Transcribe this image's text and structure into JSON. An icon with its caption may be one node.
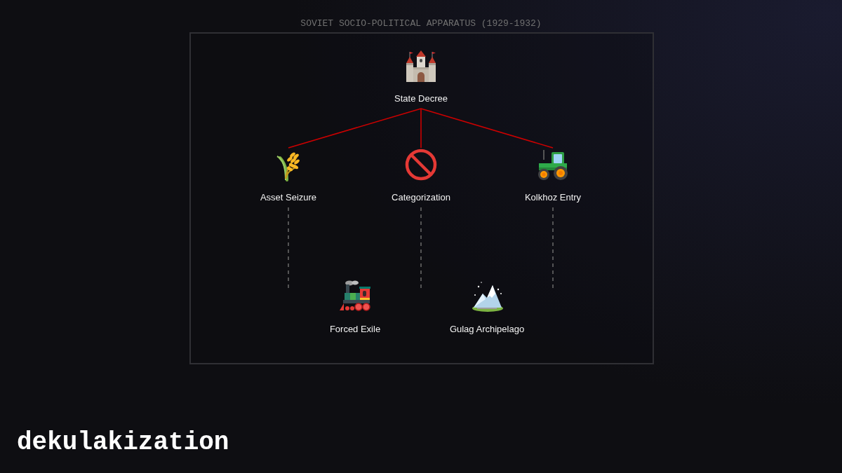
{
  "diagram": {
    "title": "SOVIET SOCIO-POLITICAL APPARATUS (1929-1932)",
    "caption": "dekulakization",
    "nodes": [
      {
        "text": [
          "State Decree"
        ]
      },
      {
        "text": [
          "Asset Seizure"
        ]
      },
      {
        "text": [
          "Categorization"
        ]
      },
      {
        "text": [
          "Kolkhoz Entry"
        ]
      },
      {
        "text": [
          "Forced Exile"
        ]
      },
      {
        "text": [
          "Gulag Archipelago"
        ]
      }
    ],
    "edges": [
      {
        "from": 0,
        "to": 1,
        "arrow": "none",
        "color": "#cc0000"
      },
      {
        "from": 0,
        "to": 2,
        "arrow": "none",
        "color": "#cc0000"
      },
      {
        "from": 0,
        "to": 3,
        "arrow": "none",
        "color": "#cc0000"
      },
      {
        "from": 1,
        "to": null,
        "arrow": "none",
        "style": "dashed",
        "color": "#666666"
      },
      {
        "from": 2,
        "to": null,
        "arrow": "none",
        "style": "dashed",
        "color": "#666666"
      },
      {
        "from": 3,
        "to": null,
        "arrow": "none",
        "style": "dashed",
        "color": "#666666"
      }
    ]
  }
}
